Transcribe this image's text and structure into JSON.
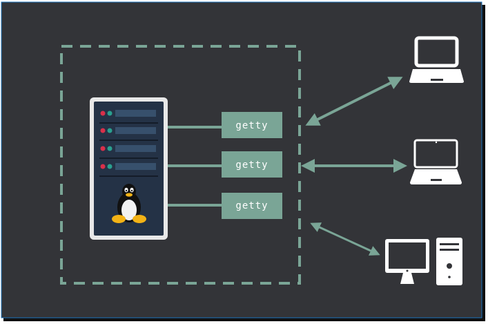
{
  "diagram": {
    "getty_boxes": [
      {
        "label": "getty"
      },
      {
        "label": "getty"
      },
      {
        "label": "getty"
      }
    ],
    "icons": {
      "server": "server-rack-icon",
      "os": "linux-penguin-icon",
      "client_1": "laptop-icon",
      "client_2": "laptop-icon",
      "client_3": "desktop-computer-icon"
    },
    "colors": {
      "background": "#333438",
      "accent": "#7aa596",
      "server_body": "#243246",
      "server_frame": "#e8e8e8",
      "led_red": "#d9304a",
      "led_teal": "#2aa08f",
      "device": "#ffffff"
    }
  }
}
